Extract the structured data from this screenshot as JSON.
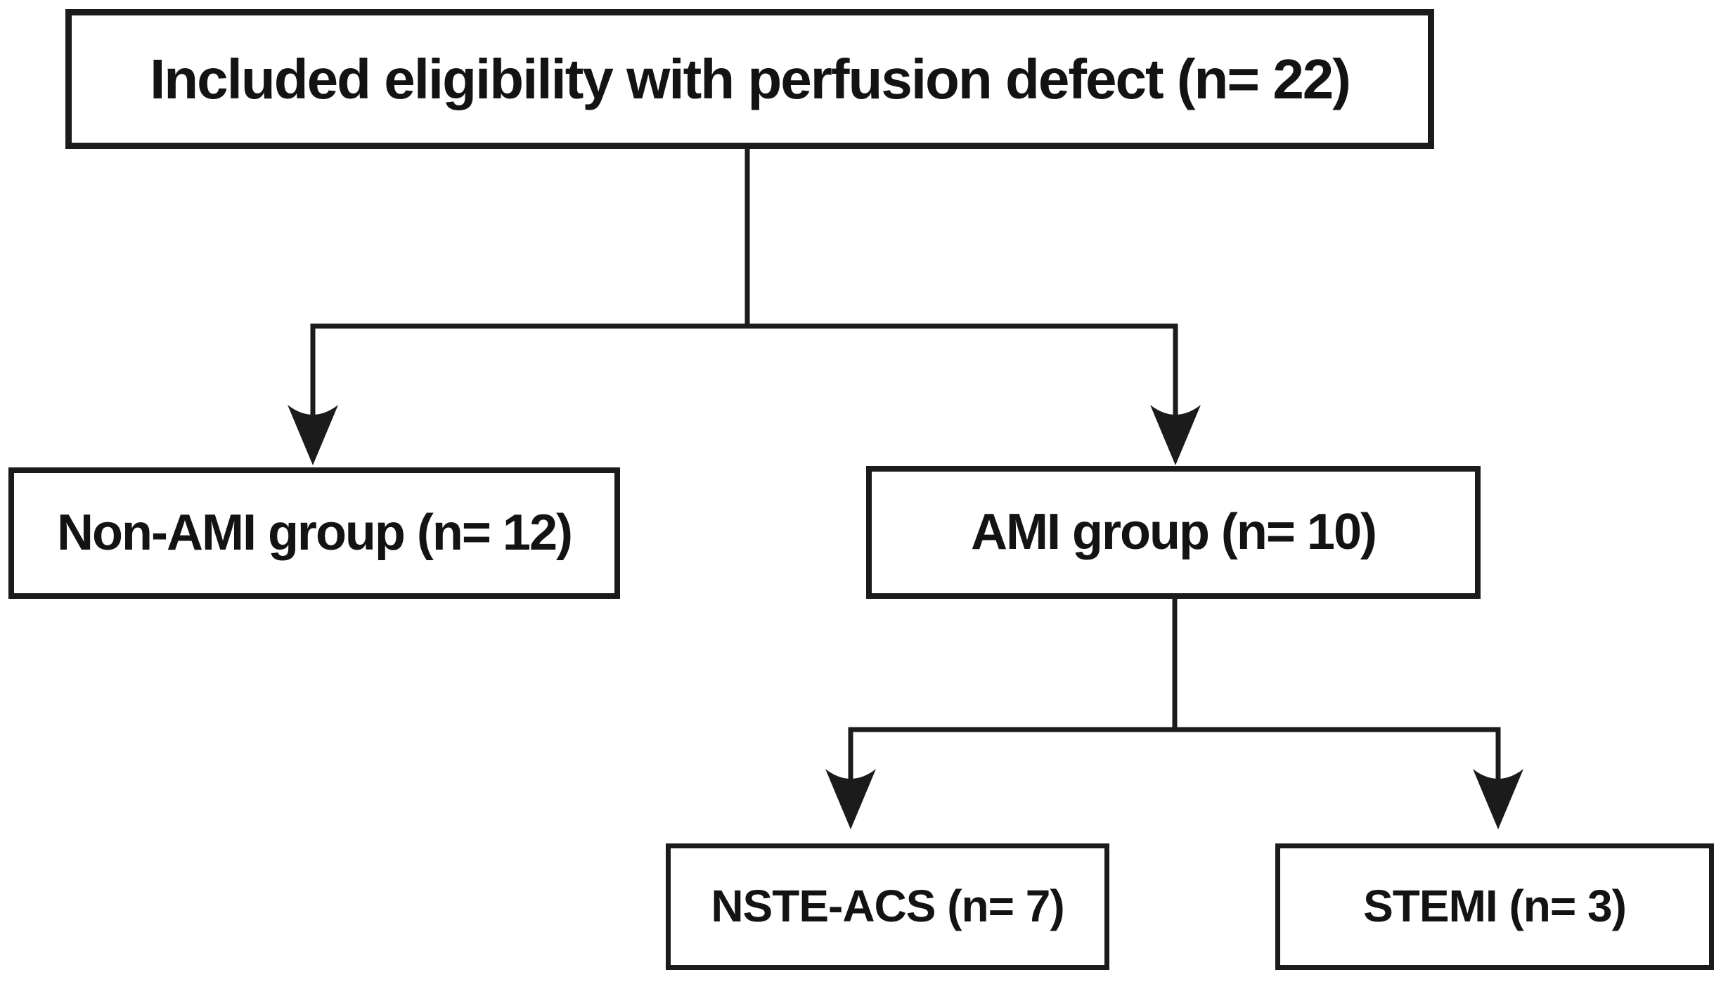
{
  "figure": {
    "type": "flowchart",
    "background_color": "#ffffff",
    "line_color": "#1b1b1b",
    "text_color": "#131313",
    "nodes": {
      "root": {
        "label": "Included eligibility with perfusion defect (n= 22)"
      },
      "non_ami": {
        "label": "Non-AMI group (n= 12)"
      },
      "ami": {
        "label": "AMI group (n= 10)"
      },
      "nste_acs": {
        "label": "NSTE-ACS (n= 7)"
      },
      "stemi": {
        "label": "STEMI (n= 3)"
      }
    },
    "edges": [
      {
        "from": "root",
        "to": "non_ami"
      },
      {
        "from": "root",
        "to": "ami"
      },
      {
        "from": "ami",
        "to": "nste_acs"
      },
      {
        "from": "ami",
        "to": "stemi"
      }
    ]
  }
}
